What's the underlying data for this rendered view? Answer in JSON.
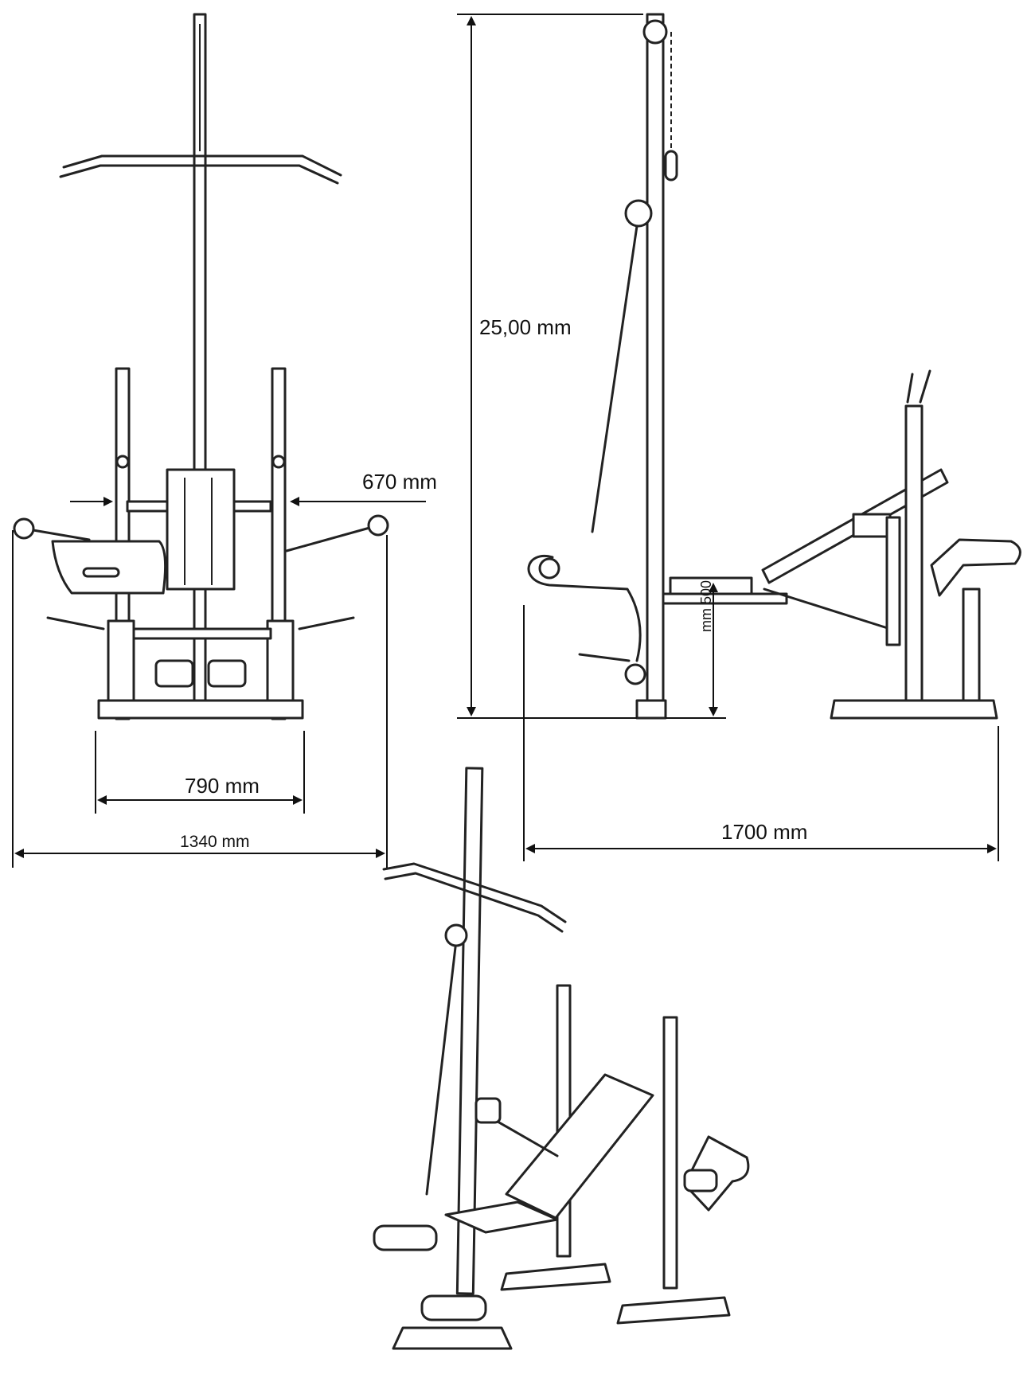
{
  "dimensions": {
    "depth_between_posts": "670  mm",
    "base_width": "790  mm",
    "total_width": "1340 mm",
    "total_height": "25,00  mm",
    "bench_height": "mm 500",
    "total_length": "1700  mm"
  },
  "views": [
    "front",
    "side",
    "isometric"
  ],
  "colors": {
    "line": "#222222",
    "background": "#ffffff"
  }
}
